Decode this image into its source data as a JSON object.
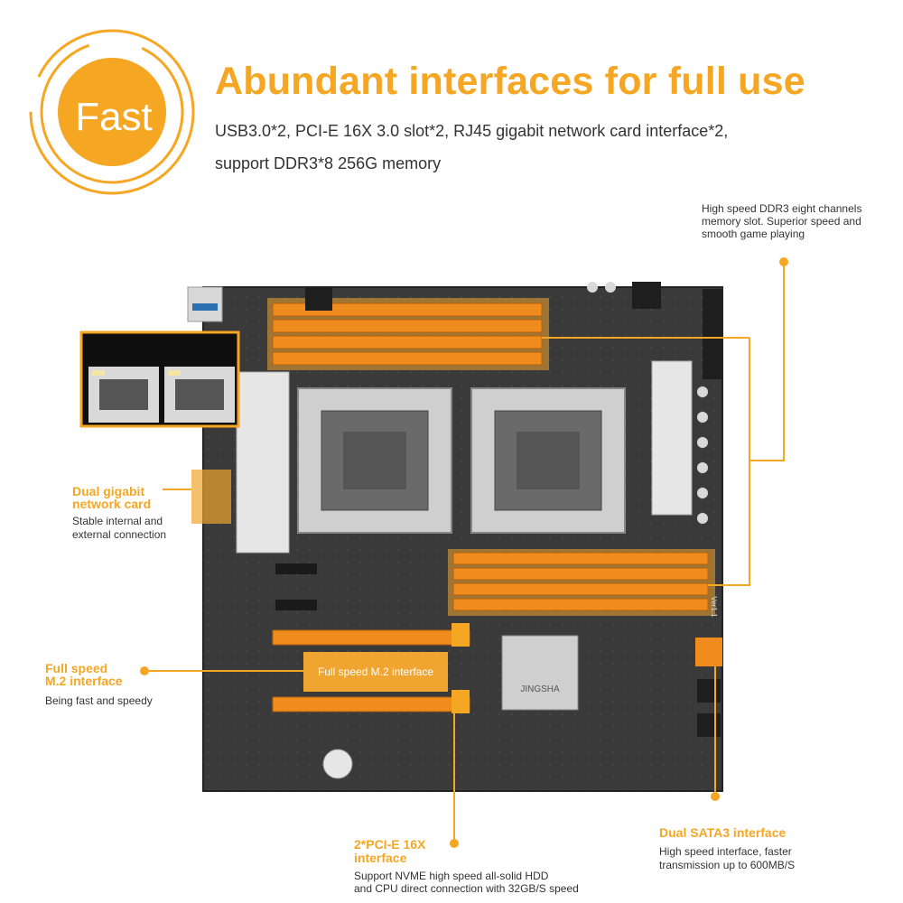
{
  "badge": {
    "text": "Fast",
    "color": "#f5a623"
  },
  "header": {
    "title": "Abundant interfaces for full use",
    "line1": "USB3.0*2, PCI-E 16X 3.0 slot*2, RJ45 gigabit network card interface*2,",
    "line2": "support DDR3*8 256G memory"
  },
  "callouts": {
    "ddr3": {
      "desc_lines": [
        "High speed DDR3 eight channels",
        "memory slot. Superior speed and",
        "smooth game playing"
      ]
    },
    "network": {
      "title_lines": [
        "Dual gigabit",
        "network card"
      ],
      "desc_lines": [
        "Stable internal and",
        "external connection"
      ]
    },
    "m2": {
      "title_lines": [
        "Full speed",
        "M.2 interface"
      ],
      "desc_lines": [
        "Being fast and speedy"
      ],
      "box_label": "Full speed M.2 interface"
    },
    "pcie": {
      "title_lines": [
        "2*PCI-E 16X",
        "interface"
      ],
      "desc_lines": [
        "Support NVME high speed all-solid HDD",
        "and CPU direct connection with 32GB/S speed"
      ]
    },
    "sata": {
      "title": "Dual SATA3 interface",
      "desc_lines": [
        "High speed interface, faster",
        "transmission up to 600MB/S"
      ]
    }
  },
  "board": {
    "chipset_brand": "JINGSHA",
    "version_mark": "Ver1.1",
    "accent_color": "#f5a623",
    "slot_color": "#f08c1e",
    "pcb_color": "#3b3b3b"
  }
}
